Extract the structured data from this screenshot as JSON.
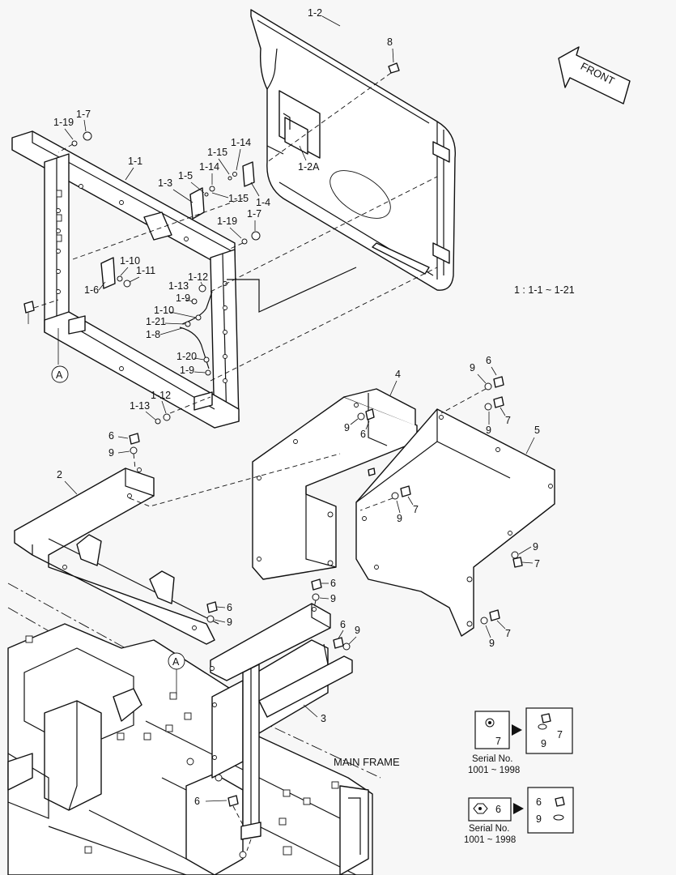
{
  "parts": {
    "p1_2": "1-2",
    "p8": "8",
    "p1_2A": "1-2A",
    "p1_7a": "1-7",
    "p1_19a": "1-19",
    "p1_1": "1-1",
    "p1_14a": "1-14",
    "p1_15a": "1-15",
    "p1_14b": "1-14",
    "p1_15b": "1-15",
    "p1_5": "1-5",
    "p1_3": "1-3",
    "p1_4": "1-4",
    "p1_19b": "1-19",
    "p1_7b": "1-7",
    "p1_10a": "1-10",
    "p1_11": "1-11",
    "p1_6": "1-6",
    "p1_12a": "1-12",
    "p1_13a": "1-13",
    "p1_9a": "1-9",
    "p1_10b": "1-10",
    "p1_21": "1-21",
    "p1_8": "1-8",
    "p1_20": "1-20",
    "p1_9b": "1-9",
    "p1_12b": "1-12",
    "p1_13b": "1-13",
    "p4": "4",
    "p5": "5",
    "p2": "2",
    "p3": "3"
  },
  "fasteners": {
    "f6_a": "6",
    "f9_a": "9",
    "f9_b": "9",
    "f7_b": "7",
    "f9_c": "9",
    "f6_c": "6",
    "f6_d": "6",
    "f9_d": "9",
    "f9_e": "9",
    "f7_e": "7",
    "f9_f": "9",
    "f7_f": "7",
    "f9_g": "9",
    "f7_g": "7",
    "f6_h": "6",
    "f9_h": "9",
    "f6_i": "6",
    "f9_i": "9",
    "f6_j": "6",
    "f9_j": "9",
    "f6_k": "6"
  },
  "view_marker": {
    "a1": "A",
    "a2": "A"
  },
  "front_label": "FRONT",
  "scope_note": "1 : 1-1 ~ 1-21",
  "main_frame_label": "MAIN FRAME",
  "serial_notes": {
    "box1": {
      "old_part": "7",
      "new_part_washer": "9",
      "new_part_bolt": "7",
      "serial_label": "Serial No.",
      "serial_range": "1001 ~ 1998"
    },
    "box2": {
      "old_part": "6",
      "new_part_bolt": "6",
      "new_part_washer": "9",
      "serial_label": "Serial No.",
      "serial_range": "1001 ~ 1998"
    }
  }
}
